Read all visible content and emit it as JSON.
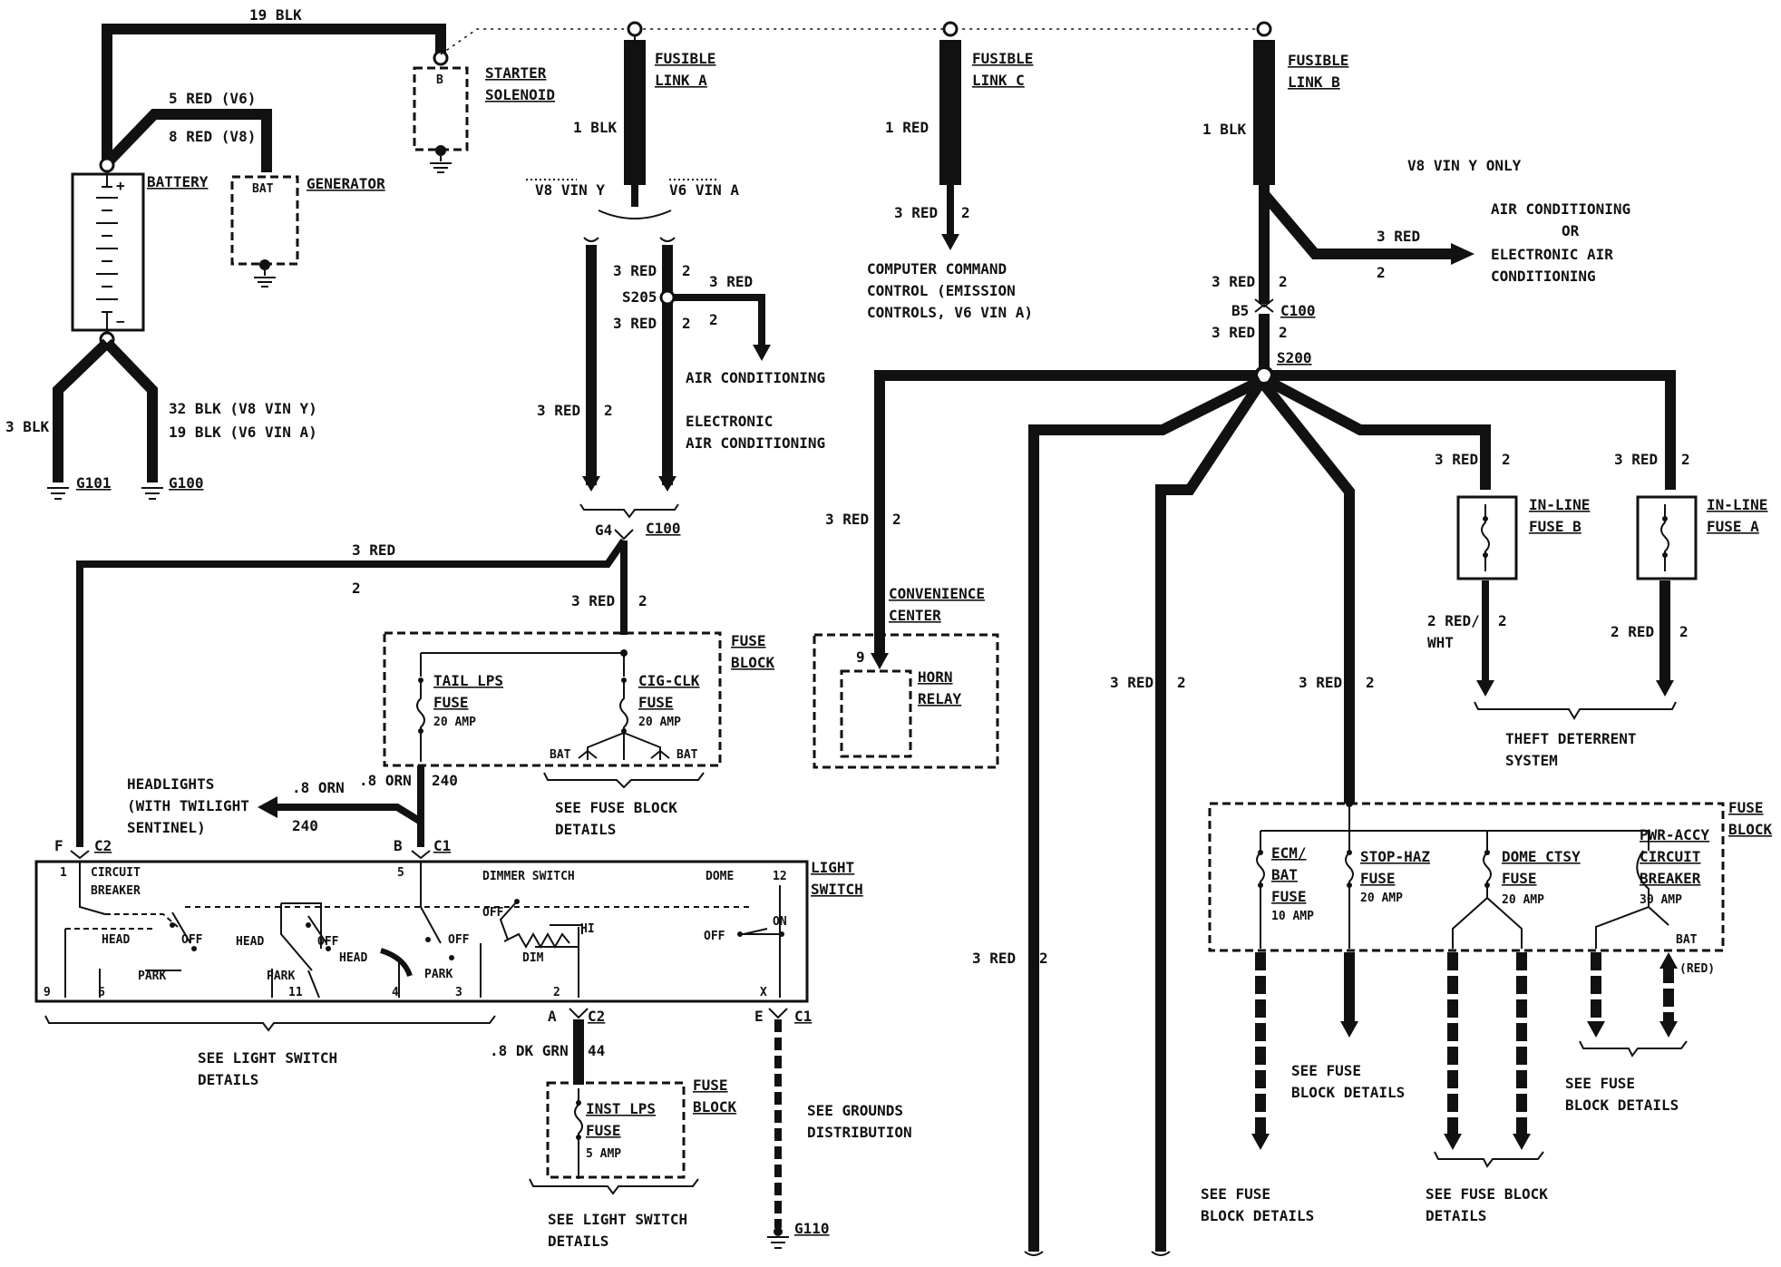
{
  "labels": {
    "t19blk": "19 BLK",
    "starter": "STARTER",
    "solenoid": "SOLENOID",
    "starter_b": "B",
    "red5": "5 RED (V6)",
    "red8": "8 RED (V8)",
    "battery": "BATTERY",
    "gen_bat": "BAT",
    "generator": "GENERATOR",
    "blk3": "3 BLK",
    "blk32": "32 BLK (V8 VIN Y)",
    "blk19b": "19 BLK (V6 VIN A)",
    "g101": "G101",
    "g100": "G100",
    "flA1": "FUSIBLE",
    "flA2": "LINK A",
    "blk1a": "1 BLK",
    "v8viny": "V8 VIN Y",
    "v6vina": "V6 VIN A",
    "r3a": "3 RED",
    "n2a": "2",
    "s205": "S205",
    "r3b": "3 RED",
    "n2b": "2",
    "r3c": "3 RED",
    "n2c": "2",
    "ac1": "AIR CONDITIONING",
    "eac1": "ELECTRONIC",
    "eac2": "AIR CONDITIONING",
    "r3d": "3 RED",
    "n2d": "2",
    "g4": "G4",
    "c100a": "C100",
    "flC1": "FUSIBLE",
    "flC2": "LINK C",
    "red1c": "1 RED",
    "r3e": "3 RED",
    "n2e": "2",
    "ccc1": "COMPUTER COMMAND",
    "ccc2": "CONTROL (EMISSION",
    "ccc3": "CONTROLS, V6 VIN A)",
    "flB1": "FUSIBLE",
    "flB2": "LINK B",
    "blk1b": "1 BLK",
    "v8only": "V8 VIN Y ONLY",
    "r3f": "3 RED",
    "n2f": "2",
    "acor1": "AIR CONDITIONING",
    "acor2": "OR",
    "acor3": "ELECTRONIC AIR",
    "acor4": "CONDITIONING",
    "r3g": "3 RED",
    "n2g": "2",
    "b5": "B5",
    "c100b": "C100",
    "r3h": "3 RED",
    "n2h": "2",
    "s200": "S200",
    "r3i": "3 RED",
    "n2i": "2",
    "conv1": "CONVENIENCE",
    "conv2": "CENTER",
    "horn1": "HORN",
    "horn2": "RELAY",
    "pin9": "9",
    "r3j": "3 RED",
    "n2j": "2",
    "r3k": "3 RED",
    "n2k": "2",
    "r3l": "3 RED",
    "n2l": "2",
    "r3m": "3 RED",
    "n2m": "2",
    "r3n": "3 RED",
    "n2n": "2",
    "ilB1": "IN-LINE",
    "ilB2": "FUSE B",
    "ilA1": "IN-LINE",
    "ilA2": "FUSE A",
    "rw1": "2 RED/",
    "rw2": "WHT",
    "n2o": "2",
    "red2": "2 RED",
    "n2p": "2",
    "theft1": "THEFT DETERRENT",
    "theft2": "SYSTEM",
    "r3o": "3 RED",
    "n2q": "2",
    "fb1a": "FUSE",
    "fb1b": "BLOCK",
    "tail1": "TAIL LPS",
    "tail2": "FUSE",
    "tail3": "20 AMP",
    "cig1": "CIG-CLK",
    "cig2": "FUSE",
    "cig3": "20 AMP",
    "bat1": "BAT",
    "bat2": "BAT",
    "sfb1": "SEE FUSE BLOCK",
    "sfb2": "DETAILS",
    "head1": "HEADLIGHTS",
    "head2": "(WITH TWILIGHT",
    "head3": "SENTINEL)",
    "orn1": ".8 ORN",
    "n240a": "240",
    "orn2": ".8 ORN",
    "n240b": "240",
    "pinF": "F",
    "c2a": "C2",
    "pinB": "B",
    "c1a": "C1",
    "ls1": "LIGHT",
    "ls2": "SWITCH",
    "p1": "1",
    "cb1": "CIRCUIT",
    "cb2": "BREAKER",
    "p5": "5",
    "dimsw": "DIMMER SWITCH",
    "dome": "DOME",
    "p12": "12",
    "headA": "HEAD",
    "offA": "OFF",
    "parkA": "PARK",
    "headB": "HEAD",
    "offB": "OFF",
    "parkB": "PARK",
    "headC": "HEAD",
    "offC": "OFF",
    "parkC": "PARK",
    "offD": "OFF",
    "hi": "HI",
    "dim": "DIM",
    "offE": "OFF",
    "on": "ON",
    "p9": "9",
    "p6": "6",
    "p11": "11",
    "p4": "4",
    "p3": "3",
    "p2": "2",
    "pX": "X",
    "pA": "A",
    "c2b": "C2",
    "pE": "E",
    "c1b": "C1",
    "sls1": "SEE LIGHT SWITCH",
    "sls2": "DETAILS",
    "dkgrn": ".8 DK GRN",
    "n44": "44",
    "fb2a": "FUSE",
    "fb2b": "BLOCK",
    "inst1": "INST LPS",
    "inst2": "FUSE",
    "inst3": "5 AMP",
    "sls3": "SEE LIGHT SWITCH",
    "sls4": "DETAILS",
    "sgd1": "SEE GROUNDS",
    "sgd2": "DISTRIBUTION",
    "g110": "G110",
    "fb3a": "FUSE",
    "fb3b": "BLOCK",
    "ecm1": "ECM/",
    "ecm2": "BAT",
    "ecm3": "FUSE",
    "ecm4": "10 AMP",
    "stop1": "STOP-HAZ",
    "stop2": "FUSE",
    "stop3": "20 AMP",
    "dome1": "DOME CTSY",
    "dome2": "FUSE",
    "dome3": "20 AMP",
    "pwr1": "PWR-ACCY",
    "pwr2": "CIRCUIT",
    "pwr3": "BREAKER",
    "pwr4": "30 AMP",
    "bat3": "BAT",
    "redp": "(RED)",
    "sfd1": "SEE FUSE",
    "sfd2": "BLOCK DETAILS",
    "sfd3": "SEE FUSE",
    "sfd4": "BLOCK DETAILS",
    "sfd5": "SEE FUSE",
    "sfd6": "BLOCK DETAILS",
    "sfd7": "SEE FUSE BLOCK",
    "sfd8": "DETAILS"
  }
}
